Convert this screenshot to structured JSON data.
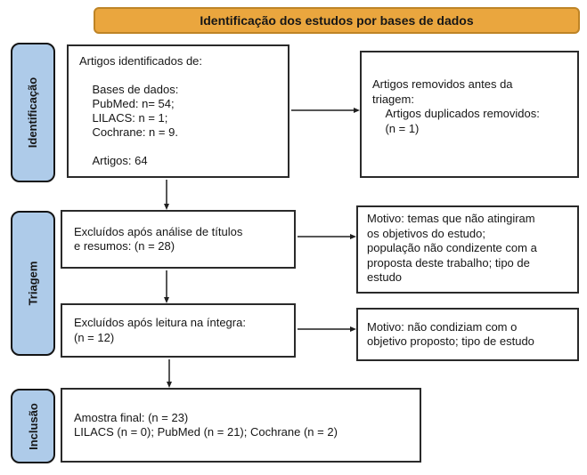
{
  "banner": {
    "title": "Identificação dos estudos por bases de dados"
  },
  "stages": [
    {
      "id": "identificacao",
      "label": "Identificação"
    },
    {
      "id": "triagem",
      "label": "Triagem"
    },
    {
      "id": "inclusao",
      "label": "Inclusão"
    }
  ],
  "boxes": {
    "identified": {
      "text": "Artigos identificados de:\n\n    Bases de dados:\n    PubMed: n= 54;\n    LILACS: n = 1;\n    Cochrane: n = 9.\n\n    Artigos: 64"
    },
    "removed_before_screening": {
      "text": "Artigos removidos antes da\ntriagem:\n    Artigos duplicados removidos:\n    (n = 1)"
    },
    "excluded_titles_abstracts": {
      "text": "Excluídos após análise de títulos\ne resumos: (n = 28)"
    },
    "reason_titles_abstracts": {
      "text": "Motivo: temas que não atingiram\nos objetivos do estudo;\npopulação não condizente com a\nproposta deste trabalho; tipo de\nestudo"
    },
    "excluded_full_reading": {
      "text": "Excluídos após leitura na íntegra:\n(n = 12)"
    },
    "reason_full_reading": {
      "text": "Motivo: não condiziam com o\nobjetivo proposto; tipo de estudo"
    },
    "final_sample": {
      "text": "Amostra final: (n = 23)\nLILACS (n = 0); PubMed (n = 21); Cochrane (n = 2)"
    }
  },
  "colors": {
    "banner_bg": "#EAA63E",
    "banner_border": "#BE8426",
    "stage_bg": "#AECBE9",
    "stage_border": "#141414",
    "box_bg": "#FFFFFF",
    "box_border": "#2A2A2A",
    "arrow": "#1F1F1F",
    "background": "#FFFFFF"
  }
}
